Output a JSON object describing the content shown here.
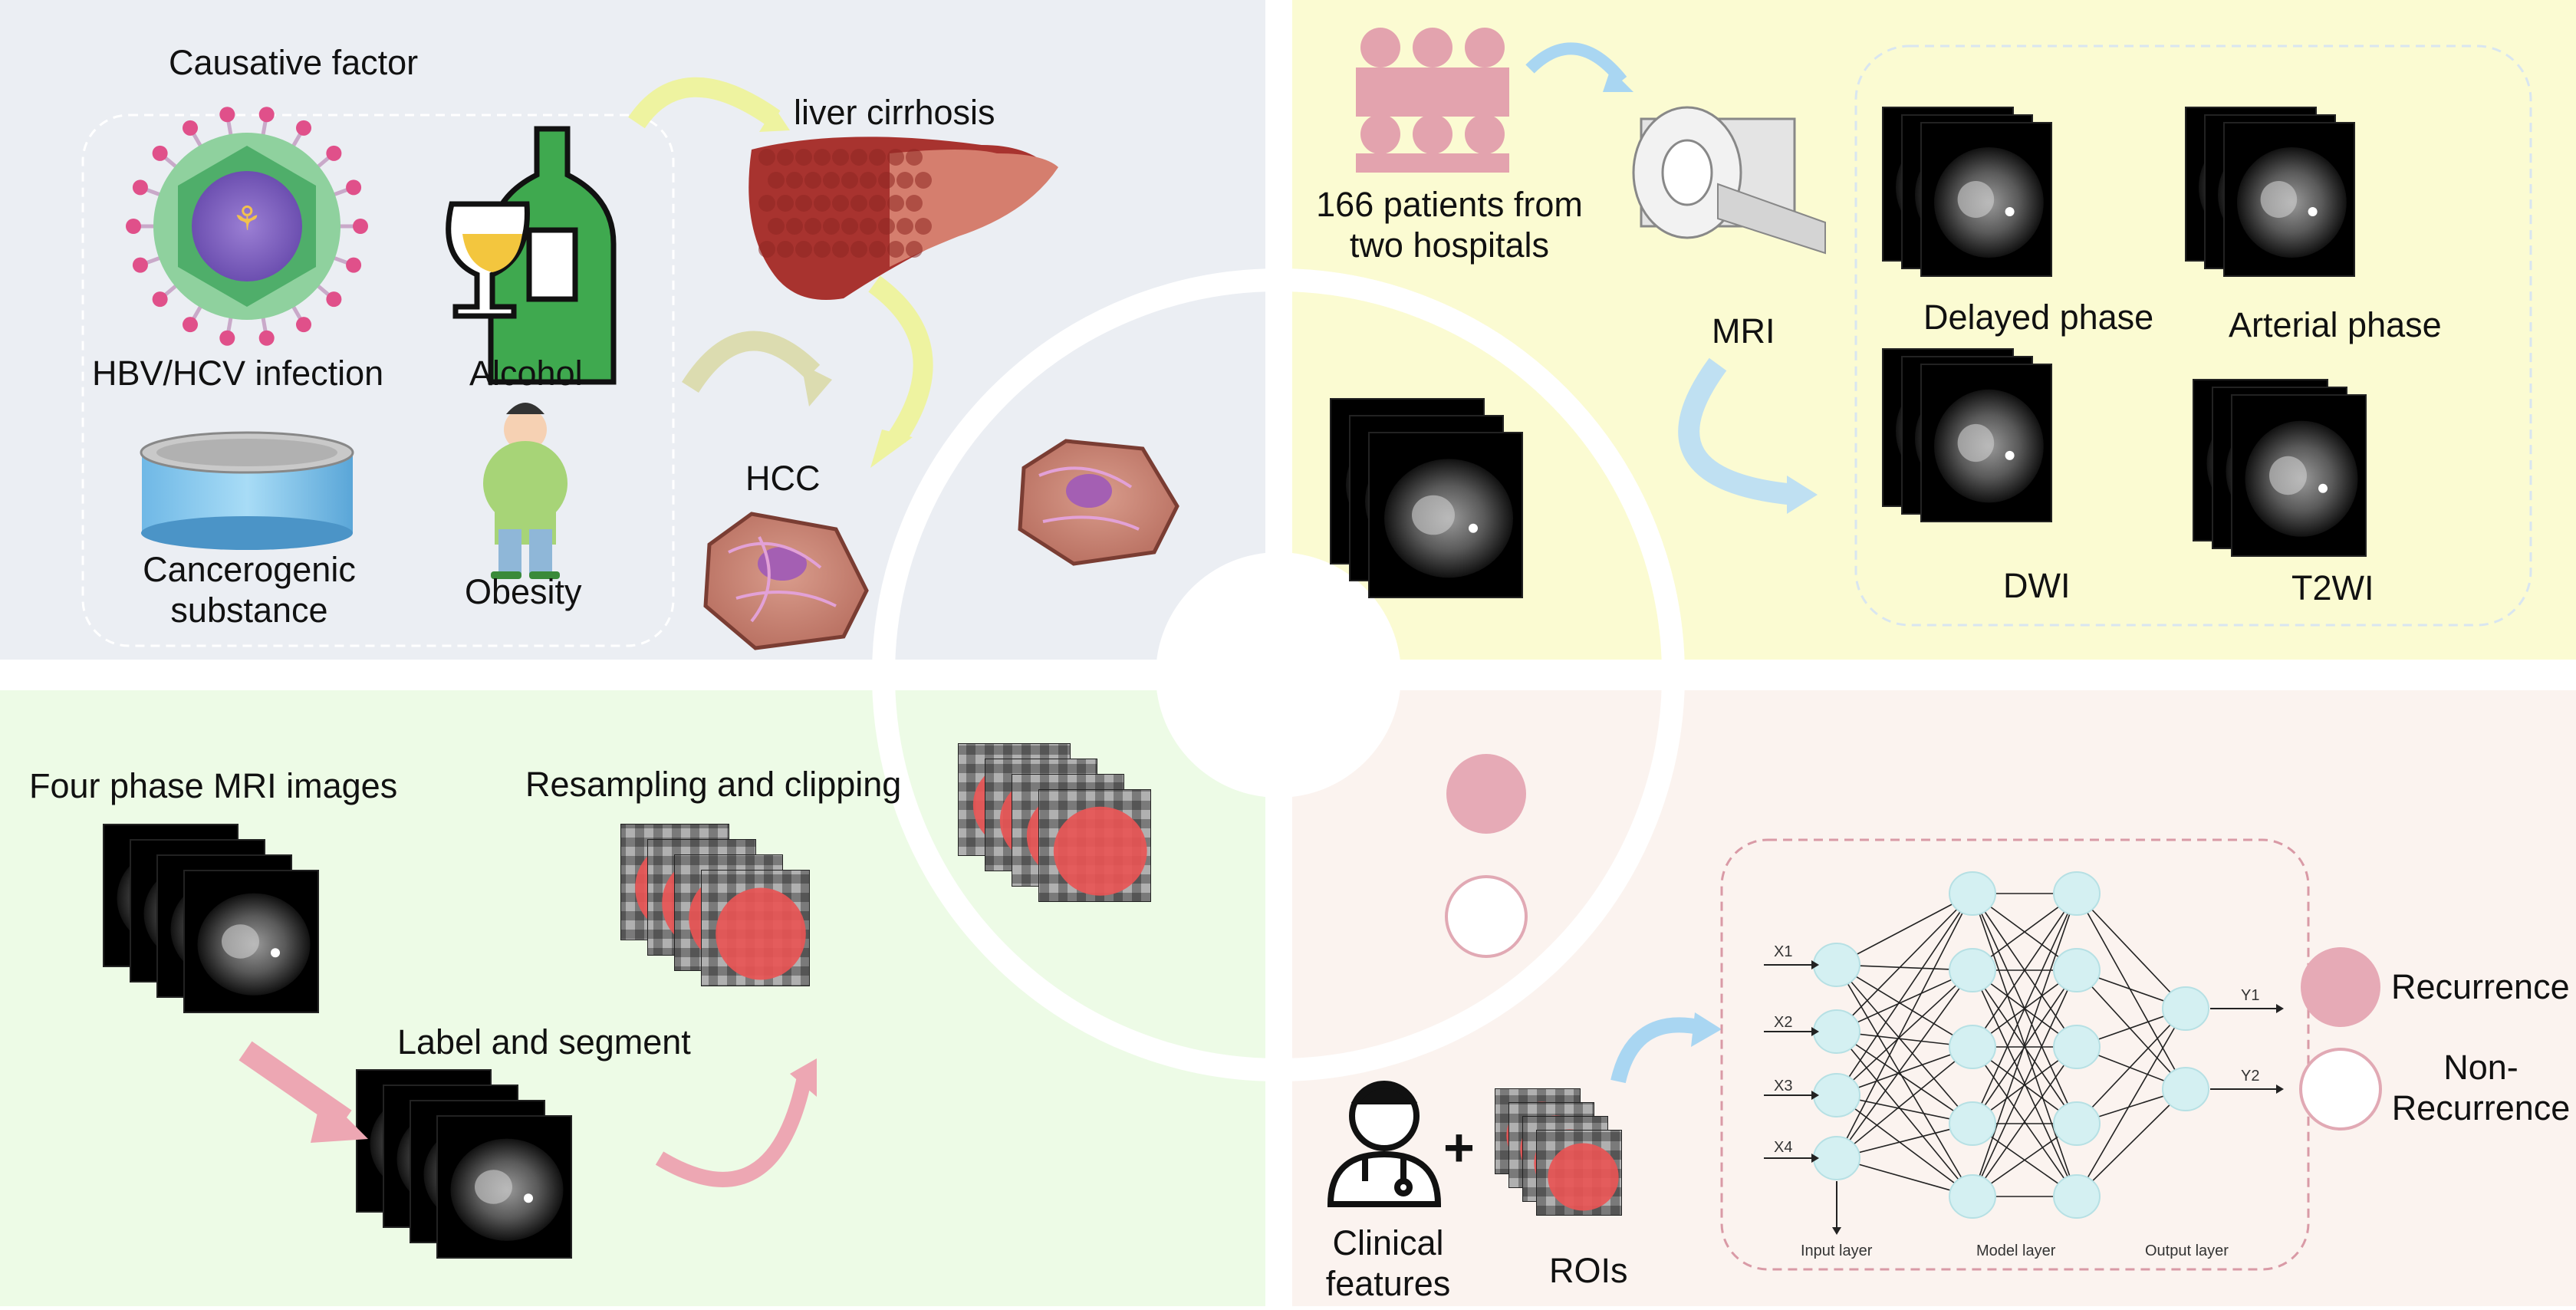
{
  "colors": {
    "q1_bg": "#ebeef3",
    "q2_bg": "#fbfbd2",
    "q3_bg": "#edfbe6",
    "q4_bg": "#fbf3ef",
    "recurrence": "#e6aab6",
    "non_recurrence": "#ffffff",
    "node": "#d4f0f2",
    "roi_red": "#e85555"
  },
  "q1": {
    "causative_factor": "Causative factor",
    "infection": "HBV/HCV infection",
    "alcohol": "Alcohol",
    "carcinogen": [
      "Cancerogenic",
      "substance"
    ],
    "obesity": "Obesity",
    "cirrhosis": "liver cirrhosis",
    "hcc": "HCC"
  },
  "q2": {
    "patients": [
      "166 patients from",
      "two hospitals"
    ],
    "mri": "MRI",
    "phases": {
      "delayed": "Delayed phase",
      "arterial": "Arterial phase",
      "dwi": "DWI",
      "t2wi": "T2WI"
    }
  },
  "q3": {
    "four_phase": "Four phase MRI images",
    "resampling": "Resampling and clipping",
    "label_segment": "Label and segment"
  },
  "q4": {
    "clinical": [
      "Clinical",
      "features"
    ],
    "plus": "+",
    "rois": "ROIs",
    "inputs": [
      "X1",
      "X2",
      "X3",
      "X4"
    ],
    "outputs": [
      "Y1",
      "Y2"
    ],
    "layers": [
      "Input layer",
      "Model layer",
      "Output layer"
    ],
    "recurrence": "Recurrence",
    "non_recurrence": [
      "Non-",
      "Recurrence"
    ]
  }
}
